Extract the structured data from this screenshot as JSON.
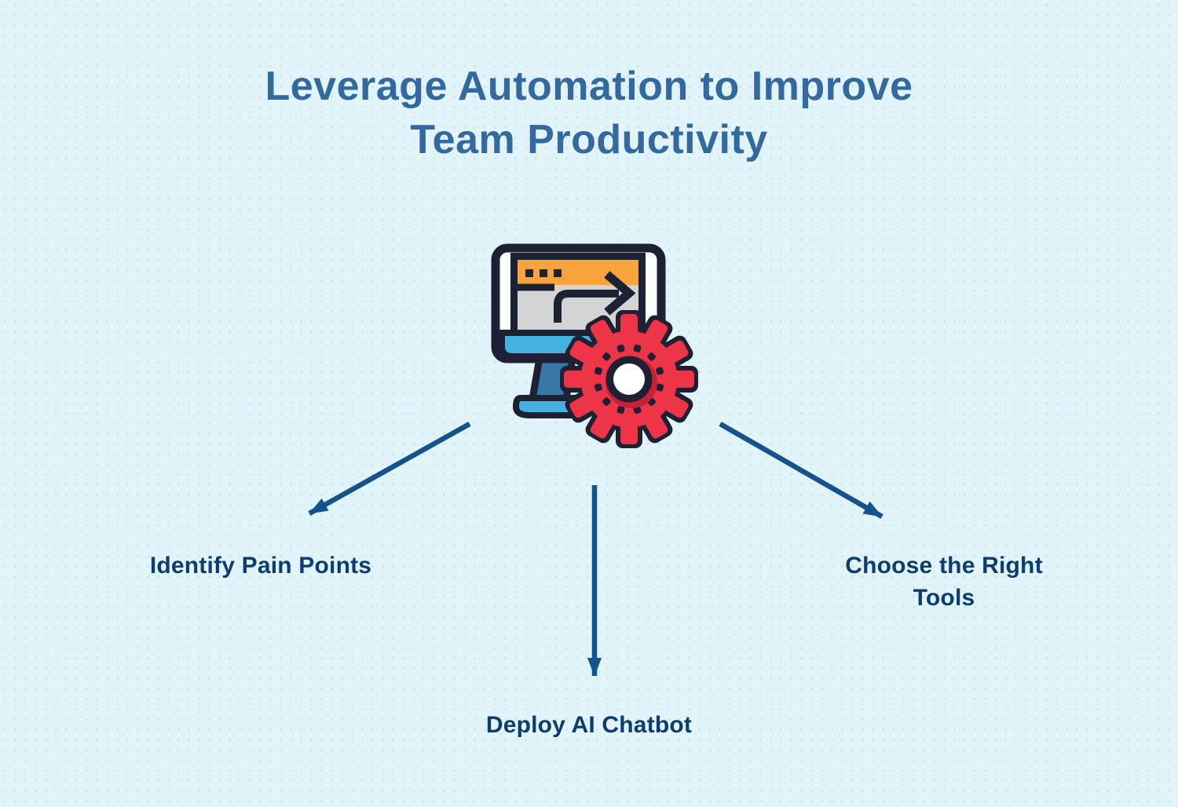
{
  "page": {
    "bg_color": "#e1f4fa",
    "dot_color": "#c9e8f1"
  },
  "title": {
    "line1": "Leverage Automation to Improve",
    "line2": "Team Productivity",
    "color": "#33699e"
  },
  "center_icon": {
    "name": "computer-automation-gear",
    "colors": {
      "outline": "#1e2033",
      "red": "#ee3447",
      "red_shade": "#c52237",
      "orange": "#f9a33c",
      "gray": "#d4d4d4",
      "blue": "#45b1e3",
      "blue_dark": "#3878a6",
      "white": "#fdfefe"
    }
  },
  "flow": {
    "arrow_color": "#14538c",
    "label_color": "#0d3c6e",
    "nodes": [
      {
        "id": "identify-pain-points",
        "label": "Identify Pain Points"
      },
      {
        "id": "deploy-ai-chatbot",
        "label": "Deploy AI Chatbot"
      },
      {
        "id": "choose-right-tools",
        "label": "Choose the Right Tools"
      }
    ]
  }
}
